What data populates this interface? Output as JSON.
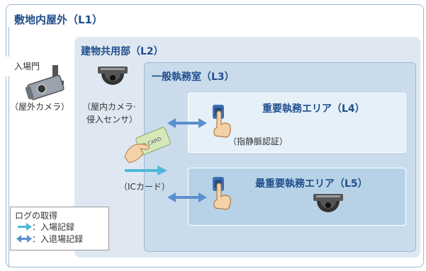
{
  "zones": {
    "l1": "敷地内屋外（L1）",
    "l2": "建物共用部（L2）",
    "l3": "一般執務室（L3）",
    "l4": "重要執務エリア（L4）",
    "l5": "最重要執務エリア（L5）"
  },
  "labels": {
    "gate": "入場門",
    "outdoor_camera": "（屋外カメラ）",
    "indoor_camera_line1": "（屋内カメラ·",
    "indoor_camera_line2": "侵入センサ）",
    "finger_vein": "（指静脈認証）",
    "ic_card": "（ICカード）",
    "card_text": "ID CARD"
  },
  "legend": {
    "title": "ログの取得",
    "entry": "：入場記録",
    "entry_exit": "：入退場記録"
  },
  "colors": {
    "arrow_entry": "#4fb8d8",
    "arrow_entry_exit": "#5b8fcf",
    "zone_title": "#1f4e8c",
    "reader_blue": "#3b6fb5"
  }
}
